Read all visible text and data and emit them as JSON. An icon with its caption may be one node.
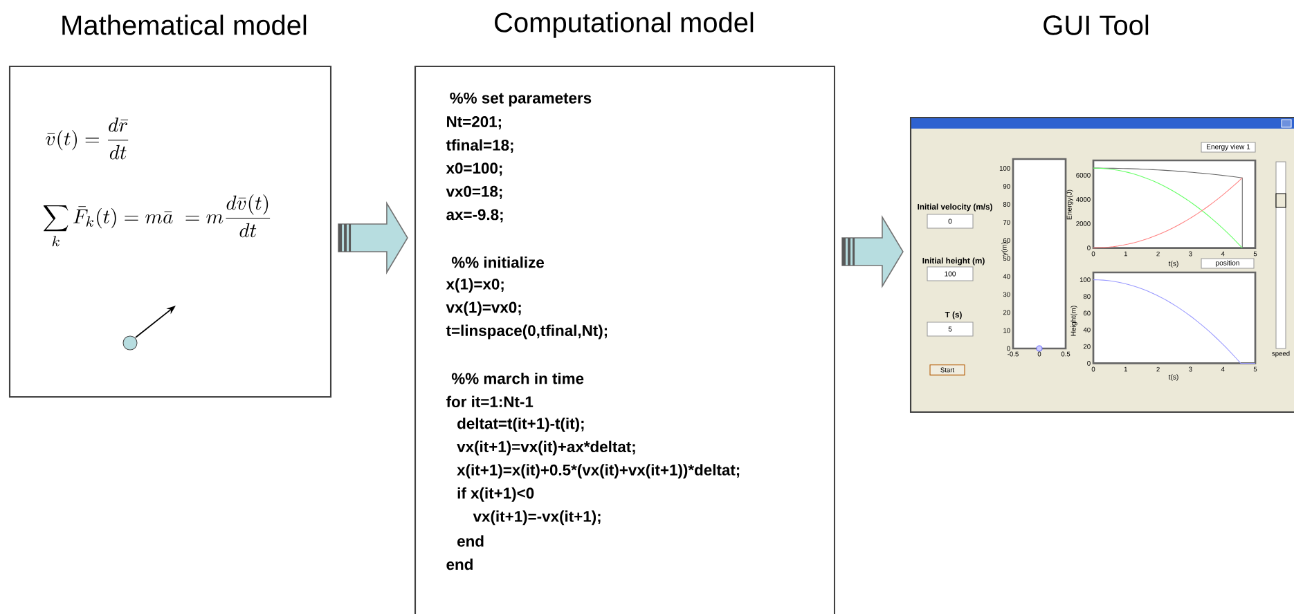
{
  "diagram": {
    "nodes": [
      {
        "text": [
          "Mathematical model",
          "\\bar{v}(t)=\\frac{d\\bar{r}}{dt}",
          "\\sum_{k}\\bar{F}_{k}(t)=m\\bar{a}\\;=m\\frac{d\\bar{v}(t)}{dt}"
        ]
      },
      {
        "text": [
          "Computational model",
          "%% set parameters",
          "Nt=201;",
          "tfinal=18;",
          "x0=100;",
          "vx0=18;",
          "ax=-9.8;",
          "%% initialize",
          "x(1)=x0;",
          "vx(1)=vx0;",
          "t=linspace(0,tfinal,Nt);",
          "%% march in time",
          "for it=1:Nt-1",
          "deltat=t(it+1)-t(it);",
          "vx(it+1)=vx(it)+ax*deltat;",
          "x(it+1)=x(it)+0.5*(vx(it)+vx(it+1))*deltat;",
          "if x(it+1)<0",
          "vx(it+1)=-vx(it+1);",
          "end",
          "end"
        ]
      },
      {
        "text": [
          "GUI Tool"
        ]
      }
    ],
    "edges": [
      {
        "from": 0,
        "to": 1,
        "arrow": "to"
      },
      {
        "from": 1,
        "to": 2,
        "arrow": "to"
      }
    ],
    "labels": [
      "Initial velocity (m/s)",
      "0",
      "Initial height (m)",
      "100",
      "T (s)",
      "5",
      "Start",
      "Energy view 1",
      "position",
      "speed",
      "y(m)",
      "Energy(J)",
      "t(s)",
      "Height(m)",
      "t(s)",
      "0",
      "10",
      "20",
      "30",
      "40",
      "50",
      "60",
      "70",
      "80",
      "90",
      "100",
      "-0.5",
      "0",
      "0.5",
      "0",
      "2000",
      "4000",
      "6000",
      "0",
      "1",
      "2",
      "3",
      "4",
      "5",
      "0",
      "20",
      "40",
      "60",
      "80",
      "100",
      "0",
      "1",
      "2",
      "3",
      "4",
      "5"
    ]
  }
}
